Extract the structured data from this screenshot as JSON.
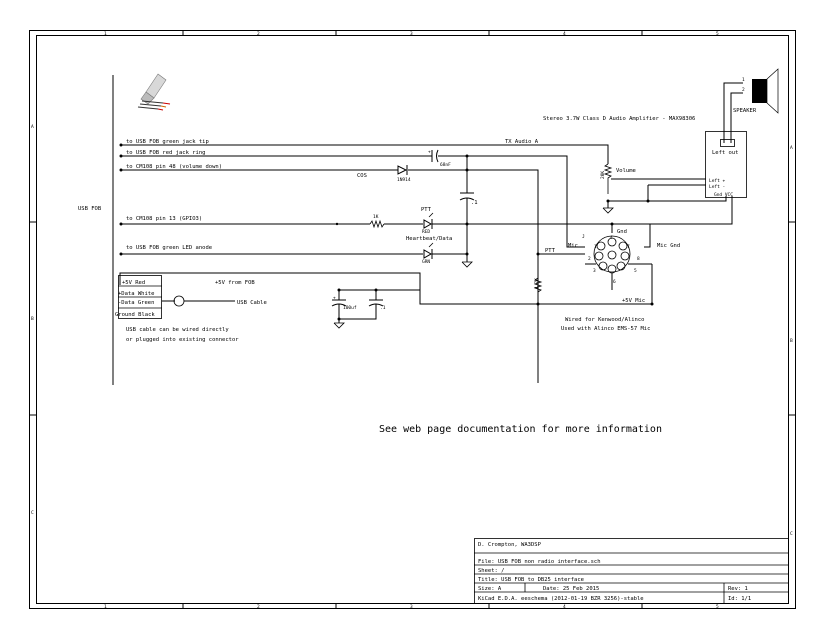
{
  "border": {
    "columns": [
      "1",
      "2",
      "3",
      "4",
      "5"
    ],
    "rows": [
      "A",
      "B",
      "C"
    ]
  },
  "connectors_left": {
    "usb_fob_label": "USB FOB",
    "wires": [
      "to USB FOB green jack tip",
      "to USB FOB red jack ring",
      "to CM108 pin 48 (volume down)",
      "to CM108 pin 13 (GPIO3)",
      "to USB FOB green LED anode"
    ]
  },
  "usb_cable": {
    "pins": [
      "+5V Red",
      "+Data White",
      "-Data Green",
      "Ground Black"
    ],
    "supply_label": "+5V from FOB",
    "cable_label": "USB Cable",
    "note_line1": "USB cable can be wired directly",
    "note_line2": "or plugged into existing connector"
  },
  "components": {
    "cos_label": "COS",
    "diode_label": "1N914",
    "cap_68_label": "68nF",
    "cap_small_label": ".1",
    "resistor_1k_label": "1K",
    "led_ptt_title": "PTT",
    "led_red_label": "RED",
    "led_hb_title": "Heartbeat/Data",
    "led_grn_label": "GRN",
    "cap_100_label": "100uf",
    "cap_01_label": ".1",
    "resistor_47k_label": "4.7K",
    "pot_label": "20K",
    "volume_label": "Volume",
    "tx_audio_label": "TX Audio A"
  },
  "amplifier": {
    "title": "Stereo 3.7W Class D Audio Amplifier - MAX98306",
    "left_out_label": "Left out",
    "input_plus": "Left +",
    "input_minus": "Left -",
    "gnd_vcc": "Gnd  VCC"
  },
  "speaker": {
    "label": "SPEAKER",
    "pin1": "1",
    "pin2": "2"
  },
  "mic_connector": {
    "ref": "J",
    "mic_label": "Mic",
    "gnd_label": "Gnd",
    "mic_gnd_label": "Mic Gnd",
    "ptt_label": "PTT",
    "plus5_label": "+5V Mic",
    "pins": [
      "1",
      "2",
      "3",
      "4",
      "5",
      "6",
      "7",
      "8"
    ],
    "note_line1": "Wired for Kenwood/Alinco",
    "note_line2": "Used with Alinco EMS-57 Mic"
  },
  "center_note": "See web page documentation for more information",
  "title_block": {
    "author": "D. Crompton, WA3DSP",
    "file": "File: USB FOB non radio interface.sch",
    "sheet": "Sheet: /",
    "title": "Title: USB FOB to DB25 interface",
    "size": "Size: A",
    "date": "Date: 25 Feb 2015",
    "rev": "Rev: 1",
    "kicad": "KiCad E.D.A.  eeschema (2012-01-19 BZR 3256)-stable",
    "id": "Id: 1/1"
  }
}
